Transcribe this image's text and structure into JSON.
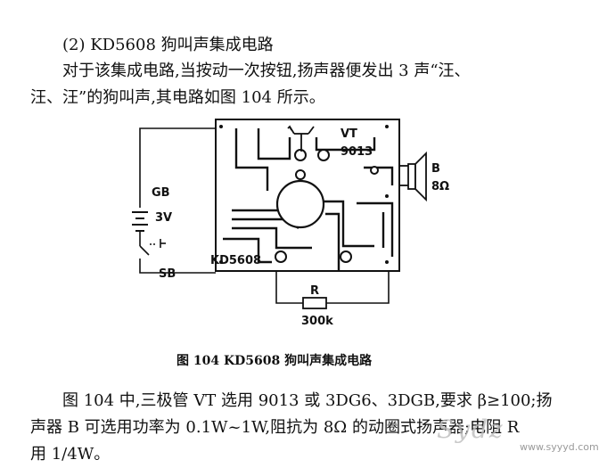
{
  "heading": "(2) KD5608 狗叫声集成电路",
  "paragraph_lines": [
    "对于该集成电路,当按动一次按钮,扬声器便发出 3 声“汪、",
    "汪、汪”的狗叫声,其电路如图 104 所示。"
  ],
  "figure": {
    "caption": "图 104    KD5608 狗叫声集成电路",
    "labels": {
      "transistor": "VT",
      "transistor_model": "9013",
      "speaker": "B",
      "speaker_impedance": "8Ω",
      "battery": "GB",
      "battery_voltage": "3V",
      "switch": "SB",
      "ic": "KD5608",
      "resistor": "R",
      "resistor_value": "300k"
    }
  },
  "body_lines": [
    "图 104 中,三极管 VT 选用 9013 或 3DG6、3DGB,要求 β≥100;扬",
    "声器 B 可选用功率为 0.1W~1W,阻抗为 8Ω 的动圈式扬声器;电阻 R",
    "用 1/4W。"
  ],
  "watermark": {
    "logo": "Sydz",
    "url": "www.syyyd.com"
  }
}
